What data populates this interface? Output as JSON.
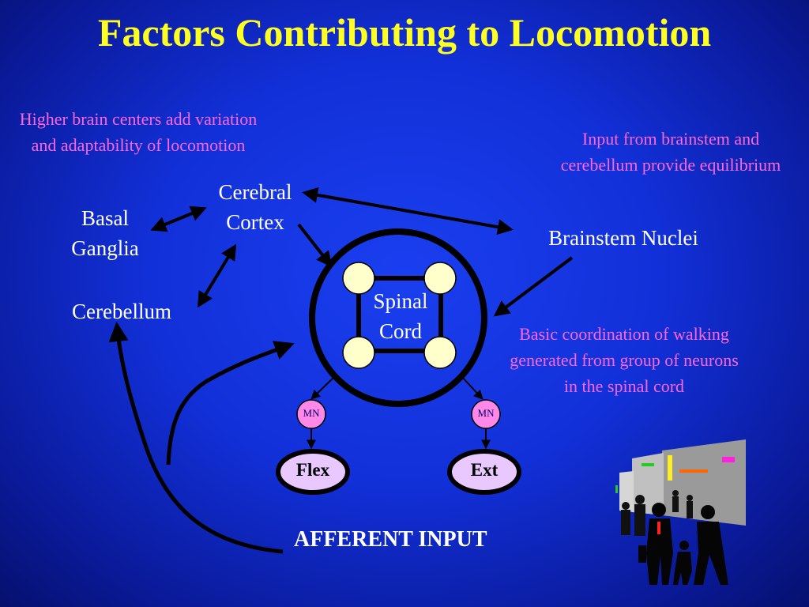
{
  "title": "Factors Contributing to Locomotion",
  "notes": {
    "higher_brain": "Higher brain centers add variation and adaptability of locomotion",
    "equilibrium": "Input from brainstem and cerebellum provide equilibrium",
    "basic_coordination": "Basic coordination of walking generated from group of neurons in the spinal cord"
  },
  "nodes": {
    "cerebral_cortex": "Cerebral Cortex",
    "basal_ganglia": "Basal Ganglia",
    "cerebellum": "Cerebellum",
    "brainstem_nuclei": "Brainstem Nuclei",
    "spinal_cord": "Spinal Cord"
  },
  "motor_neurons": {
    "left": "MN",
    "right": "MN"
  },
  "muscles": {
    "flex": "Flex",
    "ext": "Ext"
  },
  "afferent_input": "AFFERENT INPUT",
  "colors": {
    "title": "#ffff22",
    "notes": "#ff66dd",
    "node_text": "#ffffff",
    "neuron_fill": "#ffffcc",
    "mn_fill": "#ff88e8",
    "muscle_fill": "#e8c8ff"
  }
}
